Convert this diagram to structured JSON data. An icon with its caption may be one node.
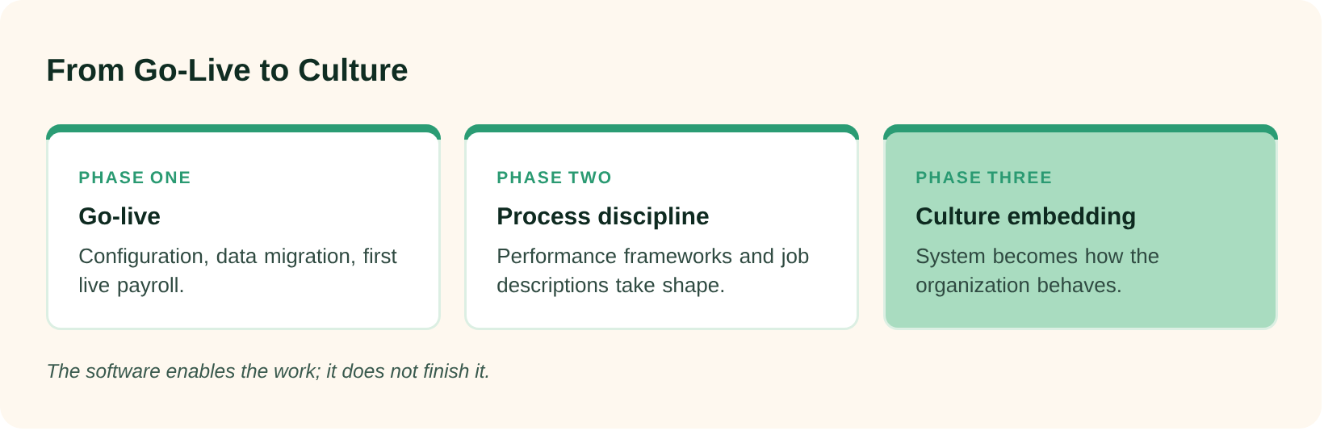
{
  "diagram": {
    "title": "From Go-Live to Culture",
    "nodes": [
      {
        "text": [
          "PHASE ONE",
          "Go-live",
          "Configuration, data migration, first live payroll."
        ]
      },
      {
        "text": [
          "PHASE TWO",
          "Process discipline",
          "Performance frameworks and job descriptions take shape."
        ]
      },
      {
        "text": [
          "PHASE THREE",
          "Culture embedding",
          "System becomes how the organization behaves."
        ]
      }
    ],
    "caption": "The software enables the work; it does not finish it."
  }
}
